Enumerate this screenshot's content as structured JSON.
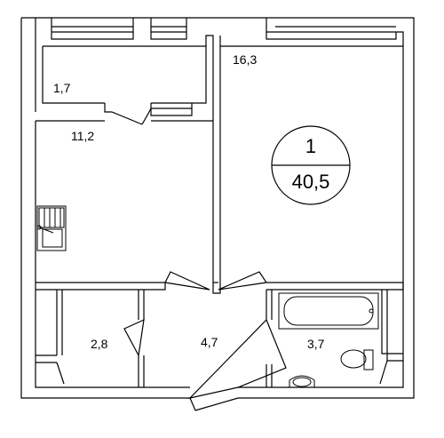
{
  "apartment": {
    "rooms_count": "1",
    "total_area": "40,5"
  },
  "rooms": [
    {
      "id": "balcony",
      "area": "1,7"
    },
    {
      "id": "living-room",
      "area": "16,3"
    },
    {
      "id": "kitchen",
      "area": "11,2"
    },
    {
      "id": "wardrobe",
      "area": "2,8"
    },
    {
      "id": "hallway",
      "area": "4,7"
    },
    {
      "id": "bathroom",
      "area": "3,7"
    }
  ],
  "colors": {
    "wall": "#000000",
    "floor": "#ffffff"
  }
}
